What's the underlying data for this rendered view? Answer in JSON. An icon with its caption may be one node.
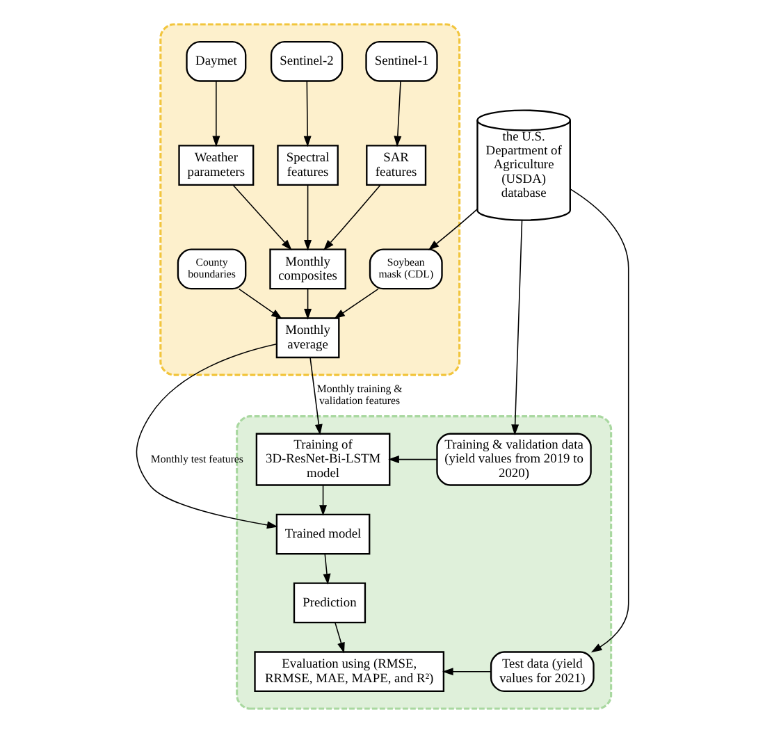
{
  "diagram": {
    "nodes": [
      {
        "text": [
          "the U.S. Department of Agriculture (USDA) database"
        ]
      },
      {
        "text": [],
        "shape": "box"
      },
      {
        "text": [
          "Sentinel-1"
        ],
        "in": 1
      },
      {
        "text": [
          "Sentinel-2"
        ],
        "in": 1
      },
      {
        "text": [
          "Daymet"
        ],
        "in": 1
      },
      {
        "text": [
          "SAR features"
        ],
        "in": 1
      },
      {
        "text": [
          "Spectral features"
        ],
        "in": 1
      },
      {
        "text": [
          "Weather parameters"
        ],
        "in": 1
      },
      {
        "text": [
          "Monthly composites"
        ],
        "in": 1
      },
      {
        "text": [
          "Soybean mask (CDL)"
        ],
        "in": 1
      },
      {
        "text": [
          "County boundaries"
        ],
        "in": 1
      },
      {
        "text": [
          "Monthly average"
        ],
        "in": 1
      },
      {
        "text": [],
        "shape": "box"
      },
      {
        "text": [
          "Training & validation data (yield values from 2019 to 2020)"
        ],
        "in": 12
      },
      {
        "text": [
          "Training of 3D-ResNet-Bi-LSTM model"
        ],
        "in": 12
      },
      {
        "text": [
          "Trained model"
        ],
        "in": 12
      },
      {
        "text": [
          "Prediction"
        ],
        "in": 12
      },
      {
        "text": [
          "Test data (yield values for 2021)"
        ],
        "in": 12
      },
      {
        "text": [
          "Evaluation using (RMSE, RRMSE, MAE, MAPE, and R²)"
        ],
        "in": 12
      }
    ],
    "edges": [
      {
        "from": 2,
        "to": 5,
        "arrow": "to"
      },
      {
        "from": 3,
        "to": 6,
        "arrow": "to"
      },
      {
        "from": 4,
        "to": 7,
        "arrow": "to"
      },
      {
        "from": 5,
        "to": 8,
        "arrow": "to"
      },
      {
        "from": 6,
        "to": 8,
        "arrow": "to"
      },
      {
        "from": 7,
        "to": 8,
        "arrow": "to"
      },
      {
        "from": 8,
        "to": 11,
        "arrow": "to"
      },
      {
        "from": 0,
        "to": 9,
        "arrow": "to"
      },
      {
        "from": 9,
        "to": 11,
        "arrow": "to"
      },
      {
        "from": 10,
        "to": 11,
        "arrow": "to"
      },
      {
        "from": 11,
        "to": 14,
        "arrow": "to",
        "label": "Monthly training & validation features"
      },
      {
        "from": 11,
        "to": 15,
        "arrow": "to",
        "label": "Monthly test features"
      },
      {
        "from": 0,
        "to": 13,
        "arrow": "to"
      },
      {
        "from": 13,
        "to": 14,
        "arrow": "to"
      },
      {
        "from": 14,
        "to": 15,
        "arrow": "to"
      },
      {
        "from": 15,
        "to": 16,
        "arrow": "to"
      },
      {
        "from": 16,
        "to": 18,
        "arrow": "to"
      },
      {
        "from": 0,
        "to": 17,
        "arrow": "to"
      },
      {
        "from": 17,
        "to": 18,
        "arrow": "to"
      }
    ]
  }
}
